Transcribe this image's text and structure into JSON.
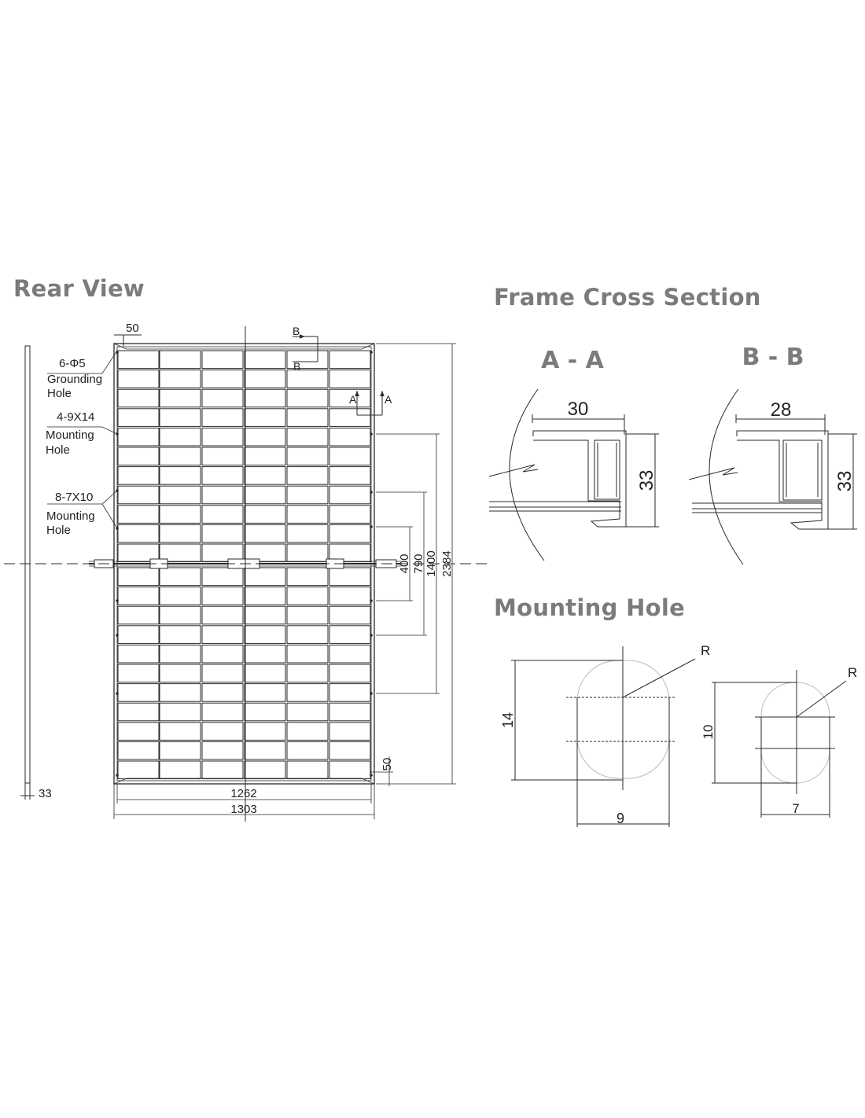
{
  "headings": {
    "rear_view": "Rear View",
    "frame_cross_section": "Frame Cross Section",
    "mounting_hole": "Mounting Hole"
  },
  "rear": {
    "top_offset": "50",
    "side_thickness": "33",
    "bottom_offset": "50",
    "inner_width": "1262",
    "outer_width": "1303",
    "heights": [
      "400",
      "790",
      "1400",
      "2384"
    ],
    "grounding": {
      "spec": "6-Φ5",
      "line1": "Grounding",
      "line2": "Hole"
    },
    "mounting_a": {
      "spec": "4-9X14",
      "line1": "Mounting",
      "line2": "Hole"
    },
    "mounting_b": {
      "spec": "8-7X10",
      "line1": "Mounting",
      "line2": "Hole"
    },
    "section_a": "A",
    "section_b": "B"
  },
  "frame_sections": [
    {
      "title": "A - A",
      "width": "30",
      "height": "33"
    },
    {
      "title": "B - B",
      "width": "28",
      "height": "33"
    }
  ],
  "holes": [
    {
      "height": "14",
      "width": "9",
      "radius": "R"
    },
    {
      "height": "10",
      "width": "7",
      "radius": "R"
    }
  ],
  "colors": {
    "heading": "#7b7b7b",
    "line": "#2a2a2a",
    "background": "#ffffff"
  }
}
